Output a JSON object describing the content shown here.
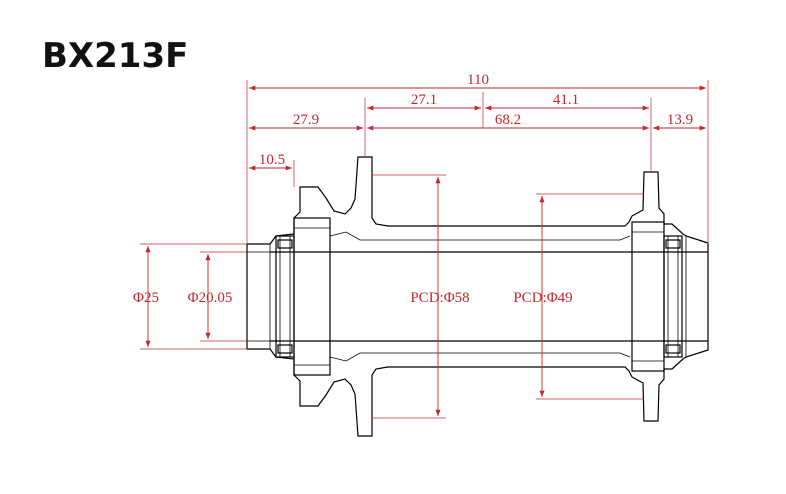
{
  "title": "BX213F",
  "colors": {
    "dimension": "#c1272d",
    "outline": "#000000",
    "background": "#ffffff"
  },
  "dimensions": {
    "overall_width": "110",
    "left_flange_offset": "27.1",
    "right_flange_offset": "41.1",
    "left_end_to_flange": "27.9",
    "flange_spacing": "68.2",
    "right_flange_to_end": "13.9",
    "end_cap_width": "10.5"
  },
  "diameters": {
    "end_cap": "Φ25",
    "axle": "Φ20.05",
    "left_pcd": "PCD:Φ58",
    "right_pcd": "PCD:Φ49"
  }
}
